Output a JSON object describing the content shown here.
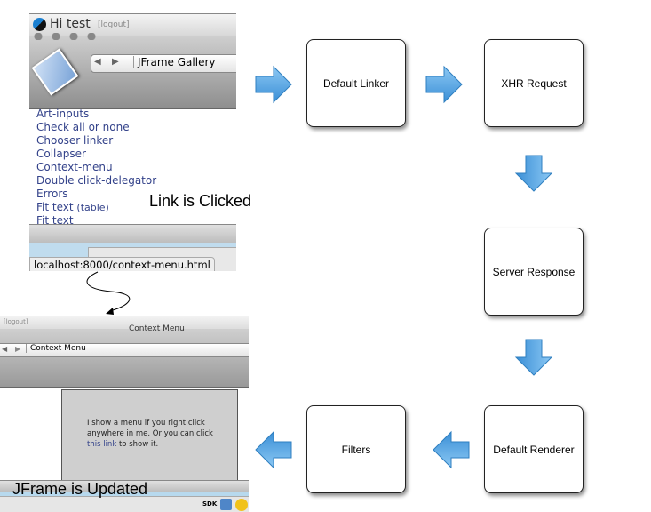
{
  "gallery_window": {
    "greeting": "Hi test",
    "logout": "[logout]",
    "nav_title": "JFrame Gallery",
    "links": [
      "Art-inputs",
      "Check all or none",
      "Chooser linker",
      "Collapser",
      "Context-menu",
      "Double click-delegator",
      "Errors",
      "Fit text",
      "(table)",
      "Fit text"
    ],
    "status_url": "localhost:8000/context-menu.html"
  },
  "caption_clicked": "Link is Clicked",
  "updated_window": {
    "logout": "[logout]",
    "window_title": "Context Menu",
    "nav_title": "Context Menu",
    "panel_text_1": "I show a menu if you right click anywhere in me. Or you can click",
    "panel_link": "this link",
    "panel_text_2": "to show it.",
    "dock_label": "SDK"
  },
  "caption_updated": "JFrame is Updated",
  "flow": {
    "steps": [
      "Default Linker",
      "XHR Request",
      "Server Response",
      "Default Renderer",
      "Filters"
    ],
    "arrow_color": "#4aa3e6"
  }
}
